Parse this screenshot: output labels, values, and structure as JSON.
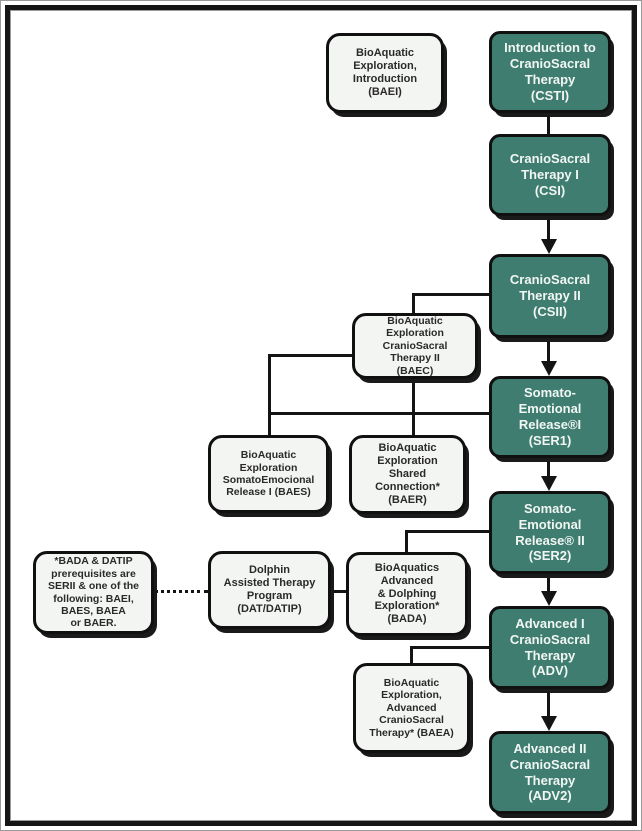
{
  "diagram": {
    "title": "CranioSacral Therapy course pathway flowchart",
    "colors": {
      "core_box": "#3e7d70",
      "core_text": "#f2f6f3",
      "aux_box": "#f3f5f2",
      "aux_text": "#2a2a2a",
      "line": "#141414",
      "frame": "#151515"
    },
    "nodes": {
      "baei": {
        "label": "BioAquatic\nExploration,\nIntroduction\n(BAEI)"
      },
      "csti": {
        "label": "Introduction to\nCranioSacral\nTherapy\n(CSTI)"
      },
      "csi": {
        "label": "CranioSacral\nTherapy I\n(CSI)"
      },
      "csii": {
        "label": "CranioSacral\nTherapy II\n(CSII)"
      },
      "baec": {
        "label": "BioAquatic\nExploration\nCranioSacral\nTherapy II\n(BAEC)"
      },
      "ser1": {
        "label": "Somato-\nEmotional\nRelease®I\n(SER1)"
      },
      "baes": {
        "label": "BioAquatic\nExploration\nSomatoEmocional\nRelease I (BAES)"
      },
      "baer": {
        "label": "BioAquatic\nExploration\nShared\nConnection*\n(BAER)"
      },
      "ser2": {
        "label": "Somato-\nEmotional\nRelease® II\n(SER2)"
      },
      "note": {
        "label": "*BADA & DATIP\nprerequisites are\nSERII & one of the\nfollowing: BAEI,\nBAES, BAEA\nor BAER."
      },
      "dat": {
        "label": "Dolphin\nAssisted Therapy\nProgram\n(DAT/DATIP)"
      },
      "bada": {
        "label": "BioAquatics\nAdvanced\n& Dolphing\nExploration*\n(BADA)"
      },
      "adv": {
        "label": "Advanced I\nCranioSacral\nTherapy\n(ADV)"
      },
      "baea": {
        "label": "BioAquatic\nExploration,\nAdvanced\nCranioSacral\nTherapy* (BAEA)"
      },
      "adv2": {
        "label": "Advanced II\nCranioSacral\nTherapy\n(ADV2)"
      }
    }
  }
}
